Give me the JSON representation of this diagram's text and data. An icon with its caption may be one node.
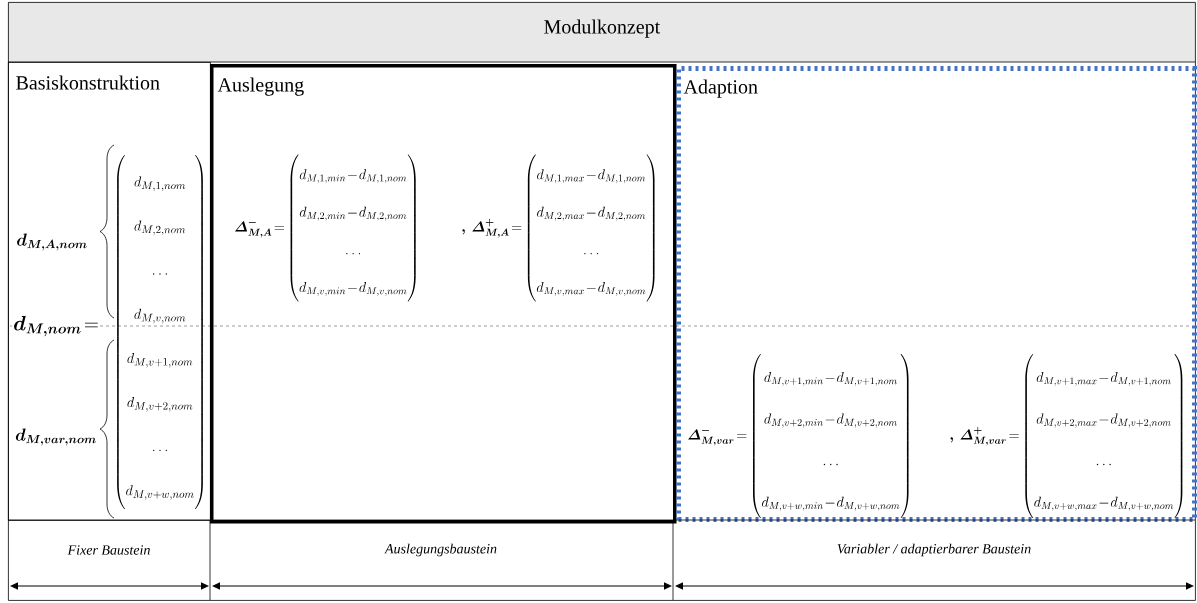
{
  "diagram": {
    "nodes": [
      {
        "text": [
          "Modulkonzept"
        ]
      },
      {
        "text": [
          "Basiskonstruktion"
        ],
        "in": 0
      },
      {
        "text": [
          "Auslegung"
        ],
        "in": 0
      },
      {
        "text": [
          "Adaption"
        ],
        "in": 0
      }
    ],
    "labels": [
      "\\boldsymbol{d_{M,A,nom}}",
      "\\boldsymbol{d_{M,nom}}=",
      "\\boldsymbol{d_{M,var,nom}}",
      "\\begin{pmatrix} d_{M,1,nom}\\\\ d_{M,2,nom}\\\\ \\dots\\\\ d_{M,v,nom}\\\\ d_{M,v+1,nom}\\\\ d_{M,v+2,nom}\\\\ \\dots\\\\ d_{M,v+w,nom}\\end{pmatrix}",
      "\\boldsymbol{\\varDelta^{-}_{M,A}}=\\begin{pmatrix} d_{M,1,min}-d_{M,1,nom}\\\\ d_{M,2,min}-d_{M,2,nom}\\\\ \\dots\\\\ d_{M,v,min}-d_{M,v,nom}\\end{pmatrix}",
      "\\boldsymbol{,\\,\\varDelta^{+}_{M,A}}=\\begin{pmatrix} d_{M,1,max}-d_{M,1,nom}\\\\ d_{M,2,max}-d_{M,2,nom}\\\\ \\dots\\\\ d_{M,v,max}-d_{M,v,nom}\\end{pmatrix}",
      "\\boldsymbol{\\varDelta^{-}_{M,var}}=\\begin{pmatrix} d_{M,v+1,min}-d_{M,v+1,nom}\\\\ d_{M,v+2,min}-d_{M,v+2,nom}\\\\ \\dots\\\\ d_{M,v+w,min}-d_{M,v+w,nom}\\end{pmatrix}",
      "\\boldsymbol{,\\,\\varDelta^{+}_{M,var}}=\\begin{pmatrix} d_{M,v+1,max}-d_{M,v+1,nom}\\\\ d_{M,v+2,max}-d_{M,v+2,nom}\\\\ \\dots\\\\ d_{M,v+w,max}-d_{M,v+w,nom}\\end{pmatrix}",
      "Fixer Baustein",
      "Auslegungsbaustein",
      "Variabler / adaptierbarer Baustein"
    ]
  }
}
